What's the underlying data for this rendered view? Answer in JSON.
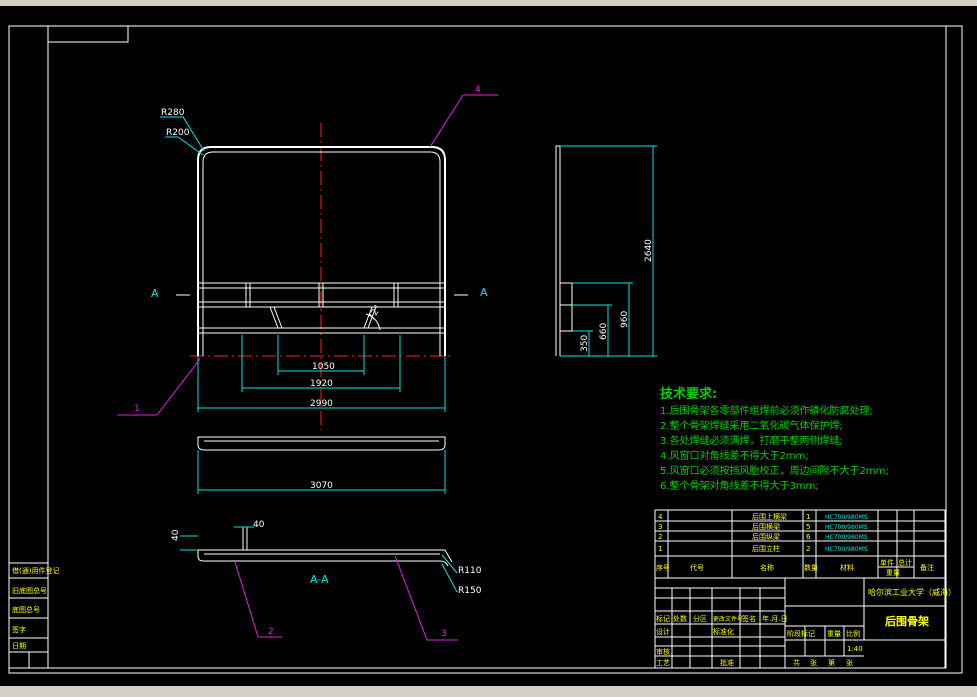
{
  "drawing": {
    "front_view": {
      "labels": {
        "r280": "R280",
        "r200": "R200",
        "section_left": "A",
        "section_right": "A",
        "angle": "72°"
      },
      "dimensions": {
        "d1050": "1050",
        "d1920": "1920",
        "d2990": "2990"
      }
    },
    "side_view": {
      "dimensions": {
        "d2640": "2640",
        "d960": "960",
        "d660": "660",
        "d350": "350"
      }
    },
    "top_view": {
      "dimensions": {
        "d3070": "3070"
      }
    },
    "section_view": {
      "title": "A-A",
      "dimensions": {
        "d40_top": "40",
        "d40_side": "40"
      },
      "labels": {
        "r110": "R110",
        "r150": "R150"
      }
    },
    "balloons": {
      "b1": "1",
      "b2": "2",
      "b3": "3",
      "b4": "4"
    },
    "colors": {
      "background": "#000000",
      "outline": "#ffffff",
      "dimension": "#00e5e5",
      "centerline": "#ff2020",
      "leader": "#e020e0",
      "text": "#00d000",
      "title_block": "#ffff00"
    }
  },
  "tech_requirements": {
    "title": "技术要求:",
    "items": [
      "1.后围骨架各零部件组焊前必须作磷化防腐处理;",
      "2.整个骨架焊缝采用二氧化碳气体保护焊;",
      "3.各处焊缝必须满焊，打磨平整两侧焊缝;",
      "4.风窗口对角线差不得大于2mm;",
      "5.风窗口必须按挡风胎校正，周边间隙不大于2mm;",
      "6.整个骨架对角线差不得大于3mm;"
    ]
  },
  "parts_list": {
    "rows": [
      {
        "no": "4",
        "name": "后围上横梁",
        "qty": "1",
        "material": "HC700/980MS"
      },
      {
        "no": "3",
        "name": "后围横梁",
        "qty": "5",
        "material": "HC700/980MS"
      },
      {
        "no": "2",
        "name": "后围纵梁",
        "qty": "6",
        "material": "HC700/980MS"
      },
      {
        "no": "1",
        "name": "后围立柱",
        "qty": "2",
        "material": "HC700/980MS"
      }
    ],
    "header": {
      "no": "序号",
      "code": "代号",
      "name": "名称",
      "qty": "数量",
      "material": "材料",
      "unit_weight": "单件",
      "total_weight": "总计",
      "weight": "重量",
      "remark": "备注"
    }
  },
  "title_block": {
    "school": "哈尔滨工业大学（威海）",
    "drawing_name": "后围骨架",
    "scale": "1:40",
    "labels": {
      "mark": "标记",
      "count": "处数",
      "zone": "分区",
      "change_no": "更改文件号",
      "signature": "签名",
      "date": "年.月.日",
      "design": "设计",
      "standardize": "标准化",
      "review": "审核",
      "process": "工艺",
      "approve": "批准",
      "stage_mark": "阶段标记",
      "weight": "重量",
      "ratio": "比例",
      "sheets_total": "共",
      "sheet_unit": "张",
      "sheet_no": "第"
    }
  },
  "side_block": {
    "items": [
      "借(通)用件登记",
      "旧底图总号",
      "底图总号",
      "签字",
      "日期"
    ]
  },
  "corner_box": ""
}
